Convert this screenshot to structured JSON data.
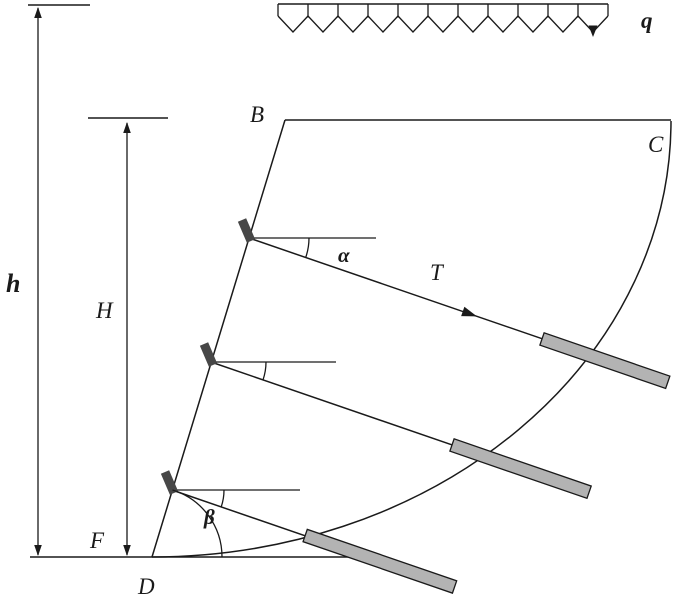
{
  "figure": {
    "labels": {
      "surcharge_q": "q",
      "point_b": "B",
      "point_c": "C",
      "total_height_h": "h",
      "wall_height_H": "H",
      "point_f": "F",
      "point_d": "D",
      "nail_inclination_alpha": "α",
      "face_angle_beta": "β",
      "nail_force_T": "T"
    },
    "colors": {
      "line": "#1a1a1a",
      "anchor_fill": "#b3b3b3",
      "nail_head_fill": "#474747",
      "background": "#ffffff"
    }
  }
}
